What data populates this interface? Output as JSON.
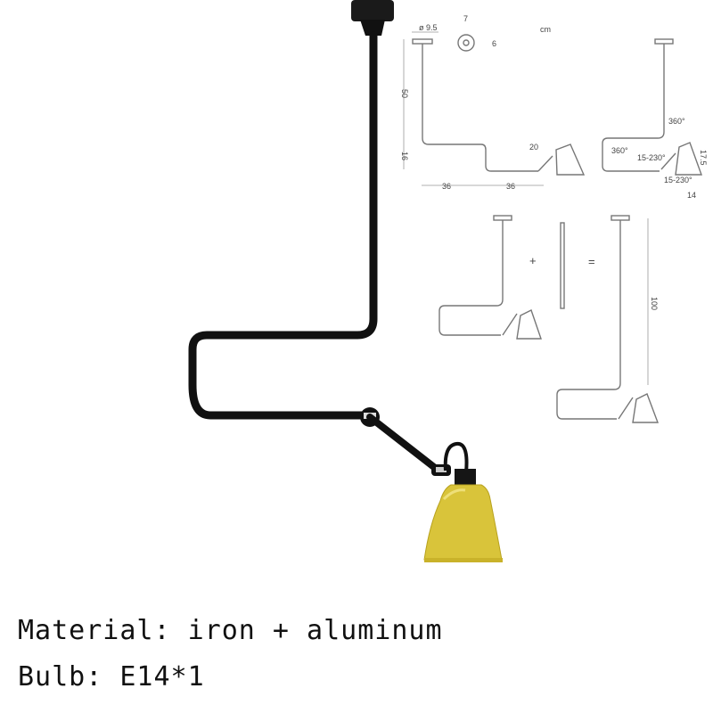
{
  "product": {
    "name": "Ceiling swing-arm pendant lamp",
    "shade_color": "#D9C43A",
    "arm_color": "#111111"
  },
  "specs": {
    "material_label": "Material:",
    "material_value": "iron + aluminum",
    "bulb_label": "Bulb:",
    "bulb_value": "E14*1"
  },
  "diagram": {
    "unit": "cm",
    "canopy_diameter": "ø 9.5",
    "canopy_width": "7",
    "canopy_depth": "6",
    "drop_height": "50",
    "offset_height": "16",
    "horizontal_1": "36",
    "horizontal_2": "36",
    "arm_length": "20",
    "rotation_1": "360°",
    "rotation_2": "360°",
    "joint_range_1": "15-230°",
    "joint_range_2": "15-230°",
    "shade_height": "17.5",
    "shade_width": "14",
    "extension_plus": "+",
    "extension_equals": "=",
    "extended_height": "100"
  }
}
